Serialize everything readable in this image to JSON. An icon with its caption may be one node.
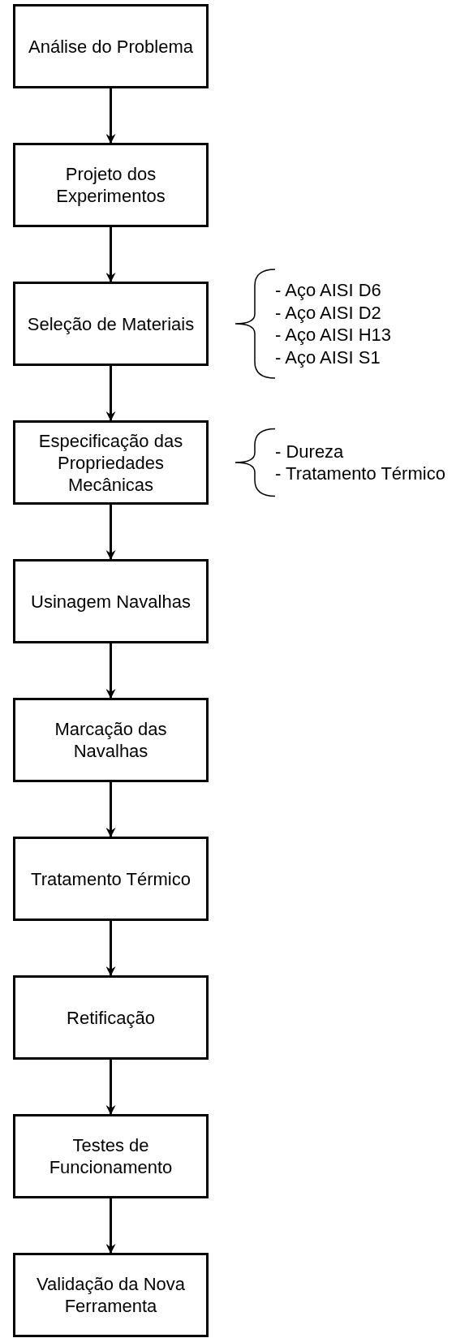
{
  "diagram": {
    "nodes": [
      {
        "text": [
          "Análise do Problema"
        ]
      },
      {
        "text": [
          "Projeto dos Experimentos"
        ]
      },
      {
        "text": [
          "Seleção de Materiais"
        ],
        "beside": [
          "- Aço AISI D6",
          "- Aço AISI D2",
          "- Aço AISI H13",
          "- Aço AISI S1"
        ]
      },
      {
        "text": [
          "Especificação das Propriedades Mecânicas"
        ],
        "beside": [
          "- Dureza",
          "- Tratamento Térmico"
        ]
      },
      {
        "text": [
          "Usinagem Navalhas"
        ]
      },
      {
        "text": [
          "Marcação das Navalhas"
        ]
      },
      {
        "text": [
          "Tratamento Térmico"
        ]
      },
      {
        "text": [
          "Retificação"
        ]
      },
      {
        "text": [
          "Testes de Funcionamento"
        ]
      },
      {
        "text": [
          "Validação da Nova Ferramenta"
        ]
      }
    ],
    "edges": [
      {
        "from": 0,
        "to": 1,
        "arrow": "to"
      },
      {
        "from": 1,
        "to": 2,
        "arrow": "to"
      },
      {
        "from": 2,
        "to": 3,
        "arrow": "to"
      },
      {
        "from": 3,
        "to": 4,
        "arrow": "to"
      },
      {
        "from": 4,
        "to": 5,
        "arrow": "to"
      },
      {
        "from": 5,
        "to": 6,
        "arrow": "to"
      },
      {
        "from": 6,
        "to": 7,
        "arrow": "to"
      },
      {
        "from": 7,
        "to": 8,
        "arrow": "to"
      },
      {
        "from": 8,
        "to": 9,
        "arrow": "to"
      }
    ]
  }
}
